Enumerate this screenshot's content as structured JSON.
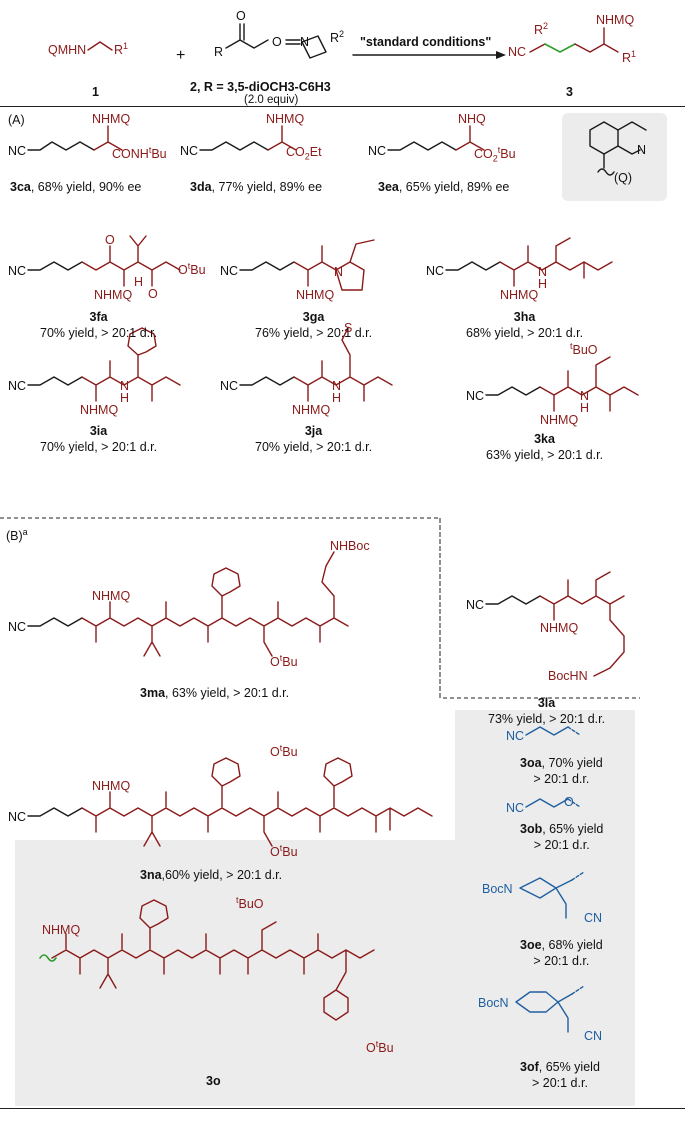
{
  "reaction": {
    "reactant1": "QMHN",
    "reactant1_r": "R",
    "reactant1_num": "1",
    "plus": "+",
    "reactant2_o": "O",
    "reactant2_r": "R",
    "reactant2_n": "N",
    "reactant2_r2": "R",
    "reactant2_label": "2, R = 3,5-diOCH3-C6H3",
    "reactant2_equiv": "(2.0 equiv)",
    "conditions": "\"standard conditions\"",
    "product_nc": "NC",
    "product_nhmq": "NHMQ",
    "product_r1": "R",
    "product_r2": "R",
    "product_num": "3"
  },
  "sectionA": {
    "label": "(A)",
    "quinoline_n": "N",
    "quinoline_q": "(Q)",
    "compounds": [
      {
        "id": "3ca",
        "caption": ", 68% yield, 90% ee",
        "nc": "NC",
        "top": "NHMQ",
        "bottom": "CONH",
        "bottom_sup": "t",
        "bottom_tail": "Bu"
      },
      {
        "id": "3da",
        "caption": ", 77% yield, 89% ee",
        "nc": "NC",
        "top": "NHMQ",
        "bottom": "CO",
        "bottom_sub": "2",
        "bottom_tail": "Et"
      },
      {
        "id": "3ea",
        "caption": ", 65% yield, 89% ee",
        "nc": "NC",
        "top": "NHQ",
        "bottom": "CO",
        "bottom_sub": "2",
        "bottom_sup": "t",
        "bottom_tail": "Bu"
      },
      {
        "id": "3fa",
        "caption": "70% yield, > 20:1 d.r.",
        "nc": "NC",
        "nhmq": "NHMQ",
        "nh": "H",
        "ester": "O",
        "ester_sup": "t",
        "ester_tail": "Bu"
      },
      {
        "id": "3ga",
        "caption": "76% yield, > 20:1 d.r.",
        "nc": "NC",
        "nhmq": "NHMQ",
        "n": "N"
      },
      {
        "id": "3ha",
        "caption": "68% yield, > 20:1 d.r.",
        "nc": "NC",
        "nhmq": "NHMQ",
        "nh": "N",
        "h": "H"
      },
      {
        "id": "3ia",
        "caption": "70% yield, > 20:1 d.r.",
        "nc": "NC",
        "nhmq": "NHMQ",
        "nh": "N",
        "h": "H"
      },
      {
        "id": "3ja",
        "caption": "70% yield, > 20:1 d.r.",
        "nc": "NC",
        "nhmq": "NHMQ",
        "nh": "N",
        "h": "H",
        "s": "S"
      },
      {
        "id": "3ka",
        "caption": "63% yield, > 20:1 d.r.",
        "nc": "NC",
        "nhmq": "NHMQ",
        "nh": "N",
        "h": "H",
        "otbu": "BuO",
        "otbu_sup": "t"
      }
    ]
  },
  "sectionB": {
    "label": "(B)",
    "label_sup": "a",
    "ma": {
      "id": "3ma",
      "caption": ", 63% yield, > 20:1 d.r.",
      "nc": "NC",
      "nhmq": "NHMQ",
      "nhboc": "NHBoc",
      "otbu": "O",
      "otbu_sup": "t",
      "otbu_tail": "Bu"
    },
    "la": {
      "id": "3la",
      "caption": "73% yield, > 20:1 d.r.",
      "nc": "NC",
      "nhmq": "NHMQ",
      "bochn": "BocHN"
    },
    "na": {
      "id": "3na",
      "caption": ",60% yield, > 20:1 d.r.",
      "nc": "NC",
      "nhmq": "NHMQ",
      "otbu": "O",
      "otbu_sup": "t",
      "otbu_tail": "Bu",
      "otbu2": "O",
      "otbu2_sup": "t",
      "otbu2_tail": "Bu"
    },
    "o": {
      "id": "3o",
      "nhmq": "NHMQ",
      "tbuo": "BuO",
      "tbuo_sup": "t",
      "otbu": "O",
      "otbu_sup": "t",
      "otbu_tail": "Bu"
    }
  },
  "sidebar": {
    "items": [
      {
        "id": "3oa",
        "line1": ", 70% yield",
        "line2": "> 20:1 d.r.",
        "nc": "NC"
      },
      {
        "id": "3ob",
        "line1": ", 65% yield",
        "line2": "> 20:1 d.r.",
        "nc": "NC",
        "o": "O"
      },
      {
        "id": "3oe",
        "line1": ", 68% yield",
        "line2": "> 20:1 d.r.",
        "boc": "BocN",
        "cn": "CN"
      },
      {
        "id": "3of",
        "line1": ", 65% yield",
        "line2": "> 20:1 d.r.",
        "boc": "BocN",
        "cn": "CN"
      }
    ]
  },
  "colors": {
    "product": "#8b1a1a",
    "fragment": "#1f5fa0",
    "bond": "#1a1a1a",
    "highlight": "#2c9c2c",
    "box": "#ececec"
  }
}
